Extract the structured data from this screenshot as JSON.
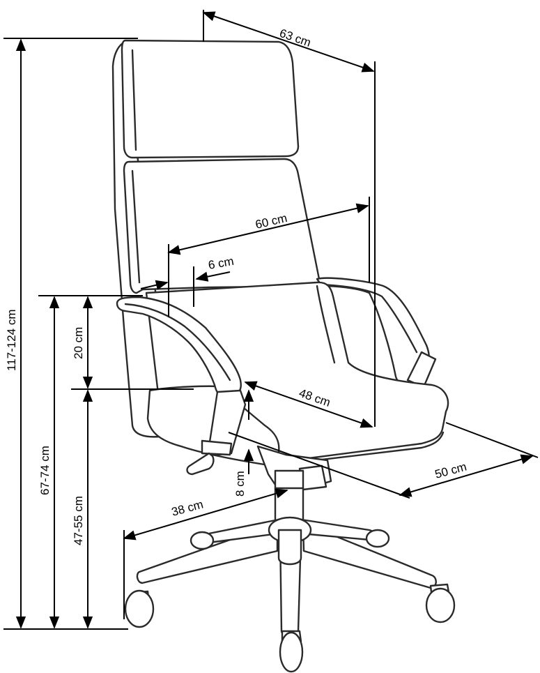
{
  "dimensions": {
    "depth_total": "63 cm",
    "width_total": "60 cm",
    "backrest_offset": "6 cm",
    "seat_depth": "48 cm",
    "base_depth": "50 cm",
    "wheelbase_radius": "38 cm",
    "gas_lift_travel": "8 cm",
    "armrest_height": "20 cm",
    "total_height": "117-124 cm",
    "armrest_floor_height": "67-74 cm",
    "seat_height": "47-55 cm"
  }
}
